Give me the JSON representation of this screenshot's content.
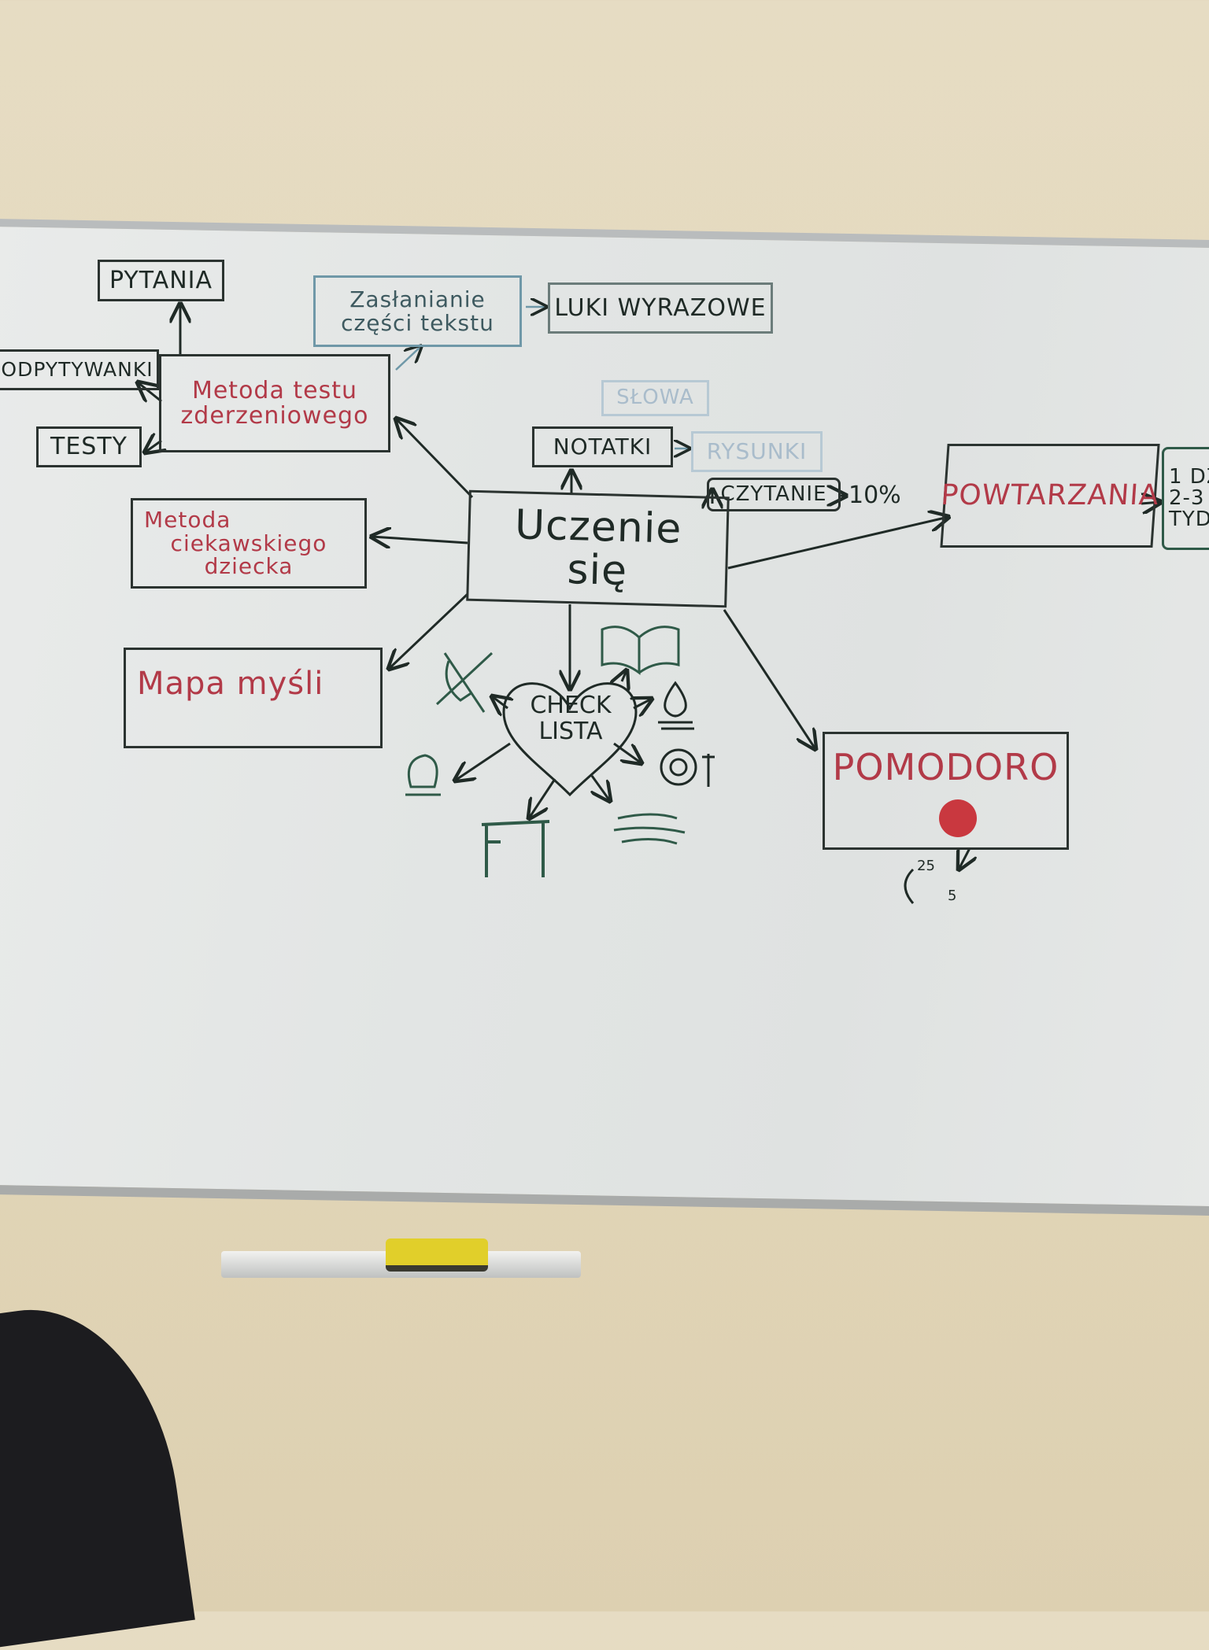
{
  "center": {
    "line1": "Uczenie",
    "line2": "się"
  },
  "nodes": {
    "pytania": "PYTANIA",
    "zaslanianie": {
      "line1": "Zasłanianie",
      "line2": "części tekstu"
    },
    "luki": "LUKI WYRAZOWE",
    "odpytywanki": "ODPYTYWANKI",
    "metoda_testu": {
      "line1": "Metoda testu",
      "line2": "zderzeniowego"
    },
    "testy": "TESTY",
    "slowa": "SŁOWA",
    "notatki": "NOTATKI",
    "rysunki": "RYSUNKI",
    "czytanie": "CZYTANIE",
    "czytanie_pct": "10%",
    "metoda_dziecka": {
      "line1": "Metoda",
      "line2": "ciekawskiego",
      "line3": "dziecka"
    },
    "powtarzania": "POWTARZANIA",
    "powtarzania_side": {
      "line1": "1 DZ",
      "line2": "2-3",
      "line3": "TYD"
    },
    "mapa": "Mapa myśli",
    "checklista": {
      "line1": "CHECK",
      "line2": "LISTA"
    },
    "pomodoro": "POMODORO",
    "cycle": {
      "work": "25",
      "rest": "5"
    }
  },
  "colors": {
    "marker_black": "#1f2a26",
    "marker_red": "#b23a48",
    "marker_green": "#2f5a48",
    "wall": "#e3d8bd",
    "eraser": "#e1cf2a"
  }
}
